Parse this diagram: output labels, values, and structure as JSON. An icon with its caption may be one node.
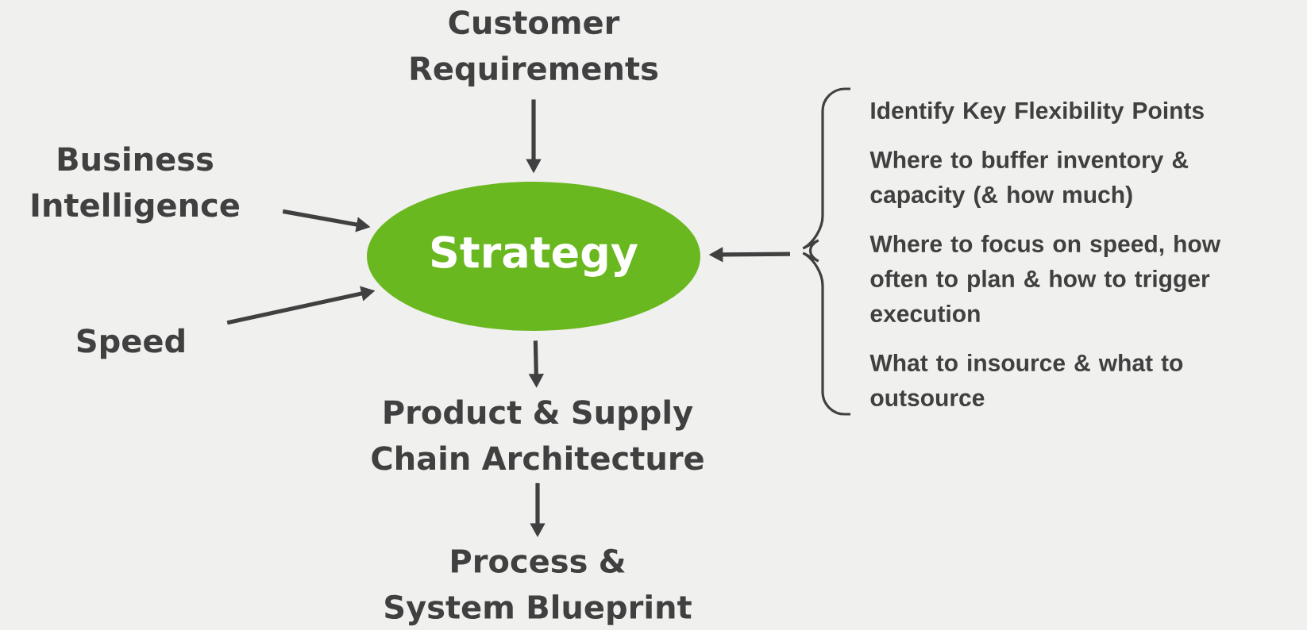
{
  "diagram": {
    "nodes": [
      {
        "text": [
          "Customer Requirements"
        ]
      },
      {
        "text": [
          "Business Intelligence"
        ]
      },
      {
        "text": [
          "Speed"
        ]
      },
      {
        "text": [
          "Strategy"
        ]
      },
      {
        "text": [
          "Identify Key Flexibility Points",
          "Where to buffer inventory & capacity (& how much)",
          "Where to focus on speed, how often to plan & how to trigger execution",
          "What to insource & what to outsource"
        ]
      },
      {
        "text": [
          "Product & Supply Chain Architecture"
        ]
      },
      {
        "text": [
          "Process & System Blueprint"
        ]
      }
    ],
    "edges": [
      {
        "from": 0,
        "to": 3,
        "arrow": "to"
      },
      {
        "from": 1,
        "to": 3,
        "arrow": "to"
      },
      {
        "from": 2,
        "to": 3,
        "arrow": "to"
      },
      {
        "from": 4,
        "to": 3,
        "arrow": "to"
      },
      {
        "from": 3,
        "to": 5,
        "arrow": "to"
      },
      {
        "from": 5,
        "to": 6,
        "arrow": "to"
      }
    ]
  }
}
